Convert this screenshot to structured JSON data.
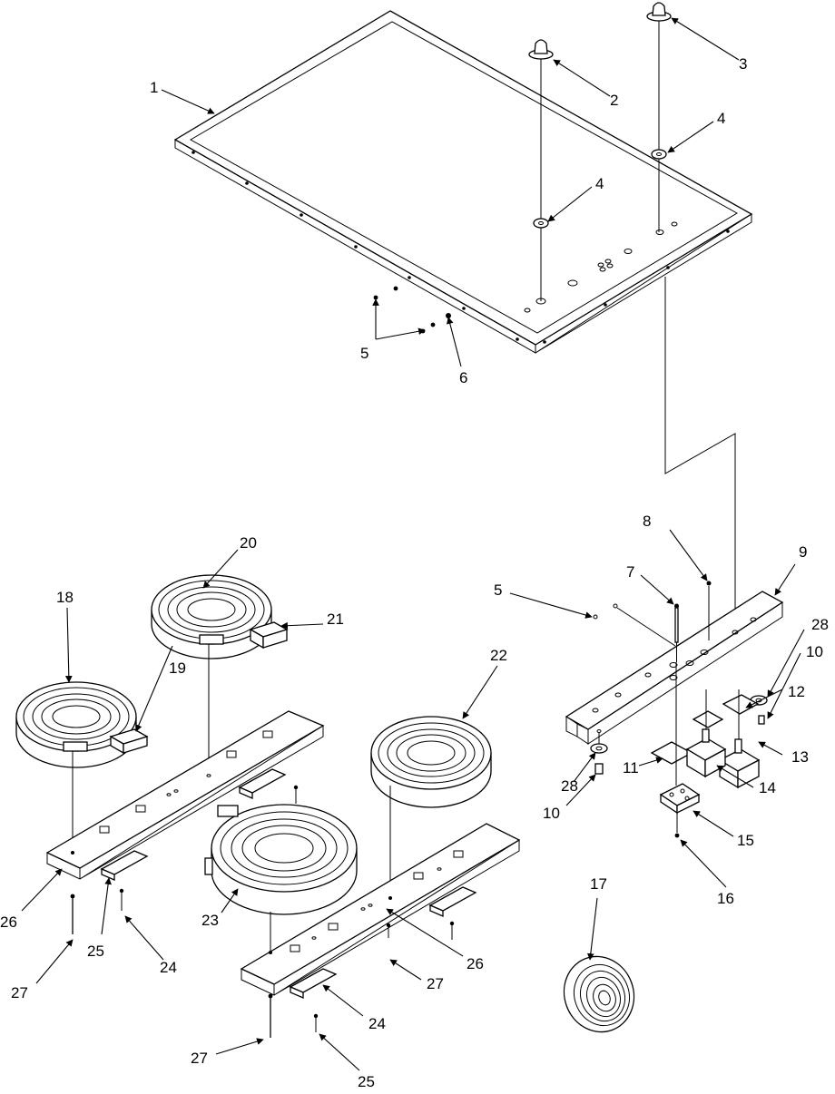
{
  "diagram": {
    "callouts": [
      {
        "id": "c1",
        "text": "1"
      },
      {
        "id": "c2",
        "text": "2"
      },
      {
        "id": "c3",
        "text": "3"
      },
      {
        "id": "c4a",
        "text": "4"
      },
      {
        "id": "c4b",
        "text": "4"
      },
      {
        "id": "c5a",
        "text": "5"
      },
      {
        "id": "c6",
        "text": "6"
      },
      {
        "id": "c5b",
        "text": "5"
      },
      {
        "id": "c7",
        "text": "7"
      },
      {
        "id": "c8",
        "text": "8"
      },
      {
        "id": "c9",
        "text": "9"
      },
      {
        "id": "c28a",
        "text": "28"
      },
      {
        "id": "c10a",
        "text": "10"
      },
      {
        "id": "c12",
        "text": "12"
      },
      {
        "id": "c11",
        "text": "11"
      },
      {
        "id": "c13",
        "text": "13"
      },
      {
        "id": "c14",
        "text": "14"
      },
      {
        "id": "c28b",
        "text": "28"
      },
      {
        "id": "c10b",
        "text": "10"
      },
      {
        "id": "c15",
        "text": "15"
      },
      {
        "id": "c16",
        "text": "16"
      },
      {
        "id": "c17",
        "text": "17"
      },
      {
        "id": "c18",
        "text": "18"
      },
      {
        "id": "c19",
        "text": "19"
      },
      {
        "id": "c20",
        "text": "20"
      },
      {
        "id": "c21",
        "text": "21"
      },
      {
        "id": "c22",
        "text": "22"
      },
      {
        "id": "c23",
        "text": "23"
      },
      {
        "id": "c24a",
        "text": "24"
      },
      {
        "id": "c25a",
        "text": "25"
      },
      {
        "id": "c26a",
        "text": "26"
      },
      {
        "id": "c27a",
        "text": "27"
      },
      {
        "id": "c26b",
        "text": "26"
      },
      {
        "id": "c27b",
        "text": "27"
      },
      {
        "id": "c24b",
        "text": "24"
      },
      {
        "id": "c27c",
        "text": "27"
      },
      {
        "id": "c25b",
        "text": "25"
      }
    ]
  }
}
